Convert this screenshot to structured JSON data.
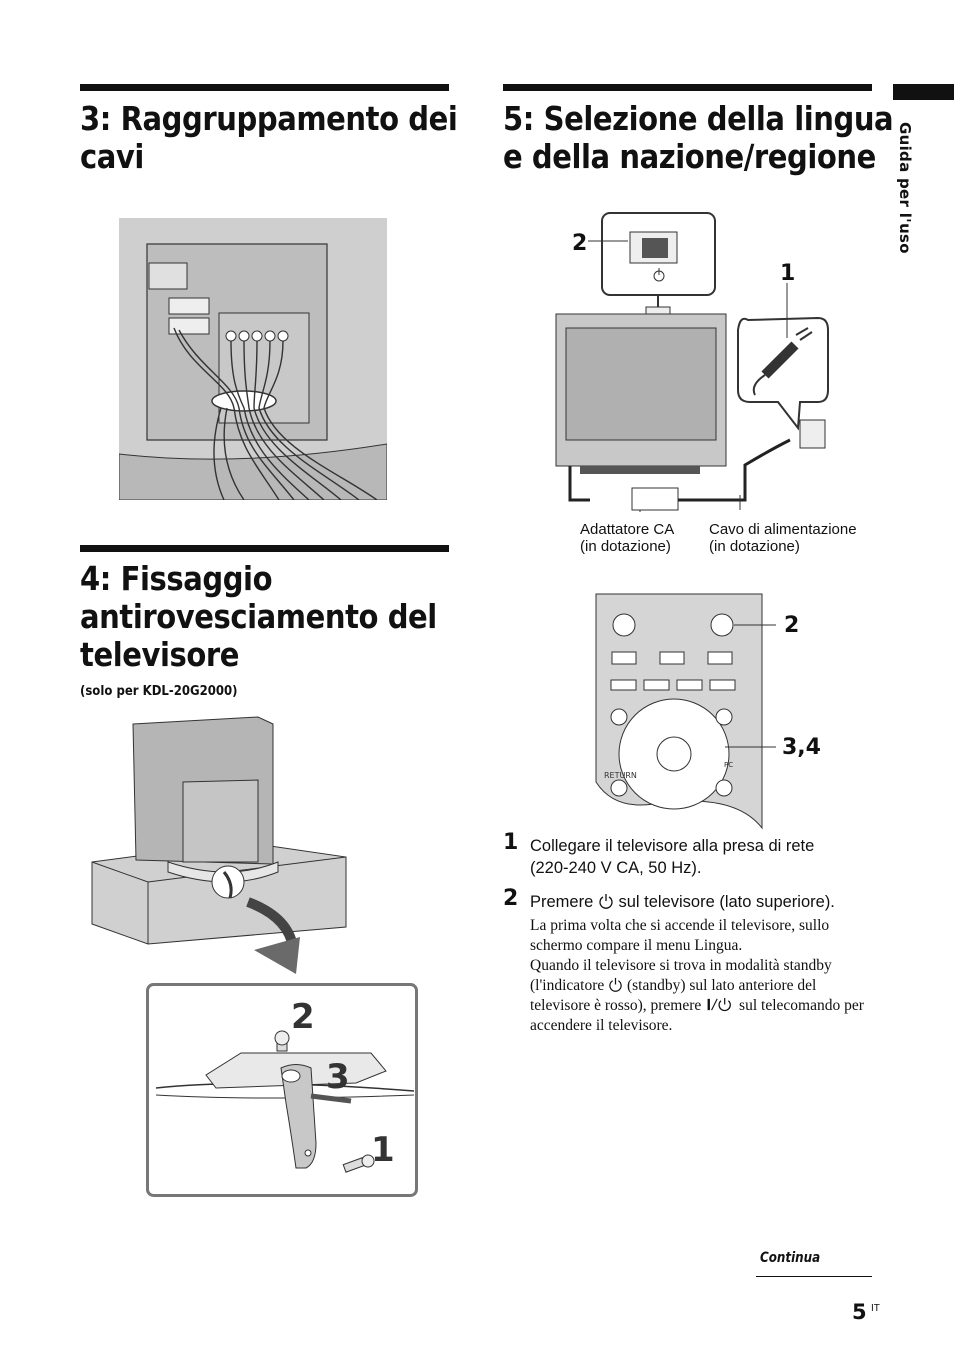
{
  "sections": {
    "s3": {
      "title_line1": "3: Raggruppamento dei",
      "title_line2": "cavi"
    },
    "s4": {
      "title_line1": "4: Fissaggio",
      "title_line2": "antirovesciamento del",
      "title_line3": "televisore",
      "note": "(solo per KDL-20G2000)"
    },
    "s5": {
      "title_line1": "5: Selezione della lingua",
      "title_line2": "e della nazione/regione"
    }
  },
  "side_tab": {
    "label": "Guida per l'uso"
  },
  "figure_labels": {
    "tv_power": "2",
    "plug": "1",
    "remote_power": "2",
    "remote_nav": "3,4",
    "fix_screw": "2",
    "fix_strap": "3",
    "fix_bottom_screw": "1",
    "remote_return": "RETURN",
    "remote_pc": "PC",
    "adapter_caption_line1": "Adattatore CA",
    "adapter_caption_line2": "(in dotazione)",
    "cable_caption_line1": "Cavo di alimentazione",
    "cable_caption_line2": "(in dotazione)"
  },
  "steps": [
    {
      "num": "1",
      "line1": "Collegare il televisore alla presa di rete",
      "line2": "(220-240 V CA, 50 Hz)."
    },
    {
      "num": "2",
      "line1_a": "Premere",
      "line1_b": "sul televisore (lato superiore).",
      "desc1": "La prima volta che si accende il televisore, sullo schermo compare il menu Lingua.",
      "desc2_a": "Quando il televisore si trova in modalità standby (l'indicatore",
      "desc2_b": "(standby) sul lato anteriore del televisore è rosso), premere",
      "desc2_c": "sul telecomando per accendere il televisore."
    }
  ],
  "footer": {
    "continua": "Continua",
    "page_number": "5",
    "lang": "IT"
  }
}
